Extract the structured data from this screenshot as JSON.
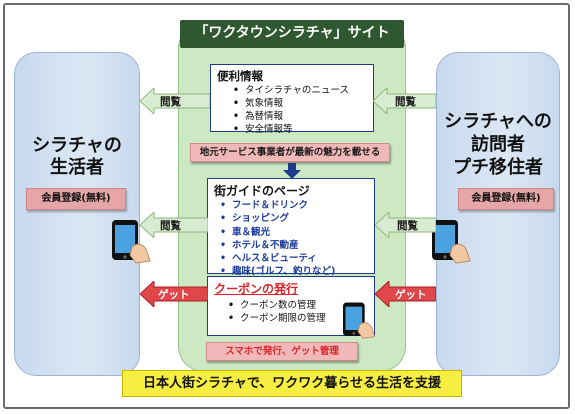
{
  "site_title": "「ワクタウンシラチャ」サイト",
  "left": {
    "title_line1": "シラチャの",
    "title_line2": "生活者",
    "member_badge": "会員登録(無料)"
  },
  "right": {
    "title_line1": "シラチャへの",
    "title_line2": "訪問者",
    "title_line3": "プチ移住者",
    "member_badge": "会員登録(無料)"
  },
  "arrows": {
    "browse": "閲覧",
    "get": "ゲット"
  },
  "info_box": {
    "title": "便利情報",
    "items": [
      "タイシラチャのニュース",
      "気象情報",
      "為替情報",
      "安全情報等"
    ]
  },
  "local_business_note": "地元サービス事業者が最新の魅力を載せる",
  "guide_box": {
    "title": "街ガイドのページ",
    "items": [
      "フード＆ドリンク",
      "ショッピング",
      "車＆観光",
      "ホテル＆不動産",
      "ヘルス＆ビューティ",
      "趣味(ゴルフ、釣りなど)"
    ]
  },
  "coupon_box": {
    "title": "クーポンの発行",
    "items": [
      "クーポン数の管理",
      "クーポン期限の管理"
    ]
  },
  "smartphone_note": "スマホで発行、ゲット管理",
  "bottom_banner": "日本人街シラチャで、ワクワク暮らせる生活を支援",
  "colors": {
    "side_panel": "#c8d9ee",
    "center_panel": "#cde9c4",
    "header_bg": "#2f5730",
    "box_border": "#1e3c8c",
    "browse_arrow": "#d9ecd1",
    "get_arrow": "#e0474a",
    "pink_note": "#f0b8b8",
    "banner": "#f6ef41"
  }
}
